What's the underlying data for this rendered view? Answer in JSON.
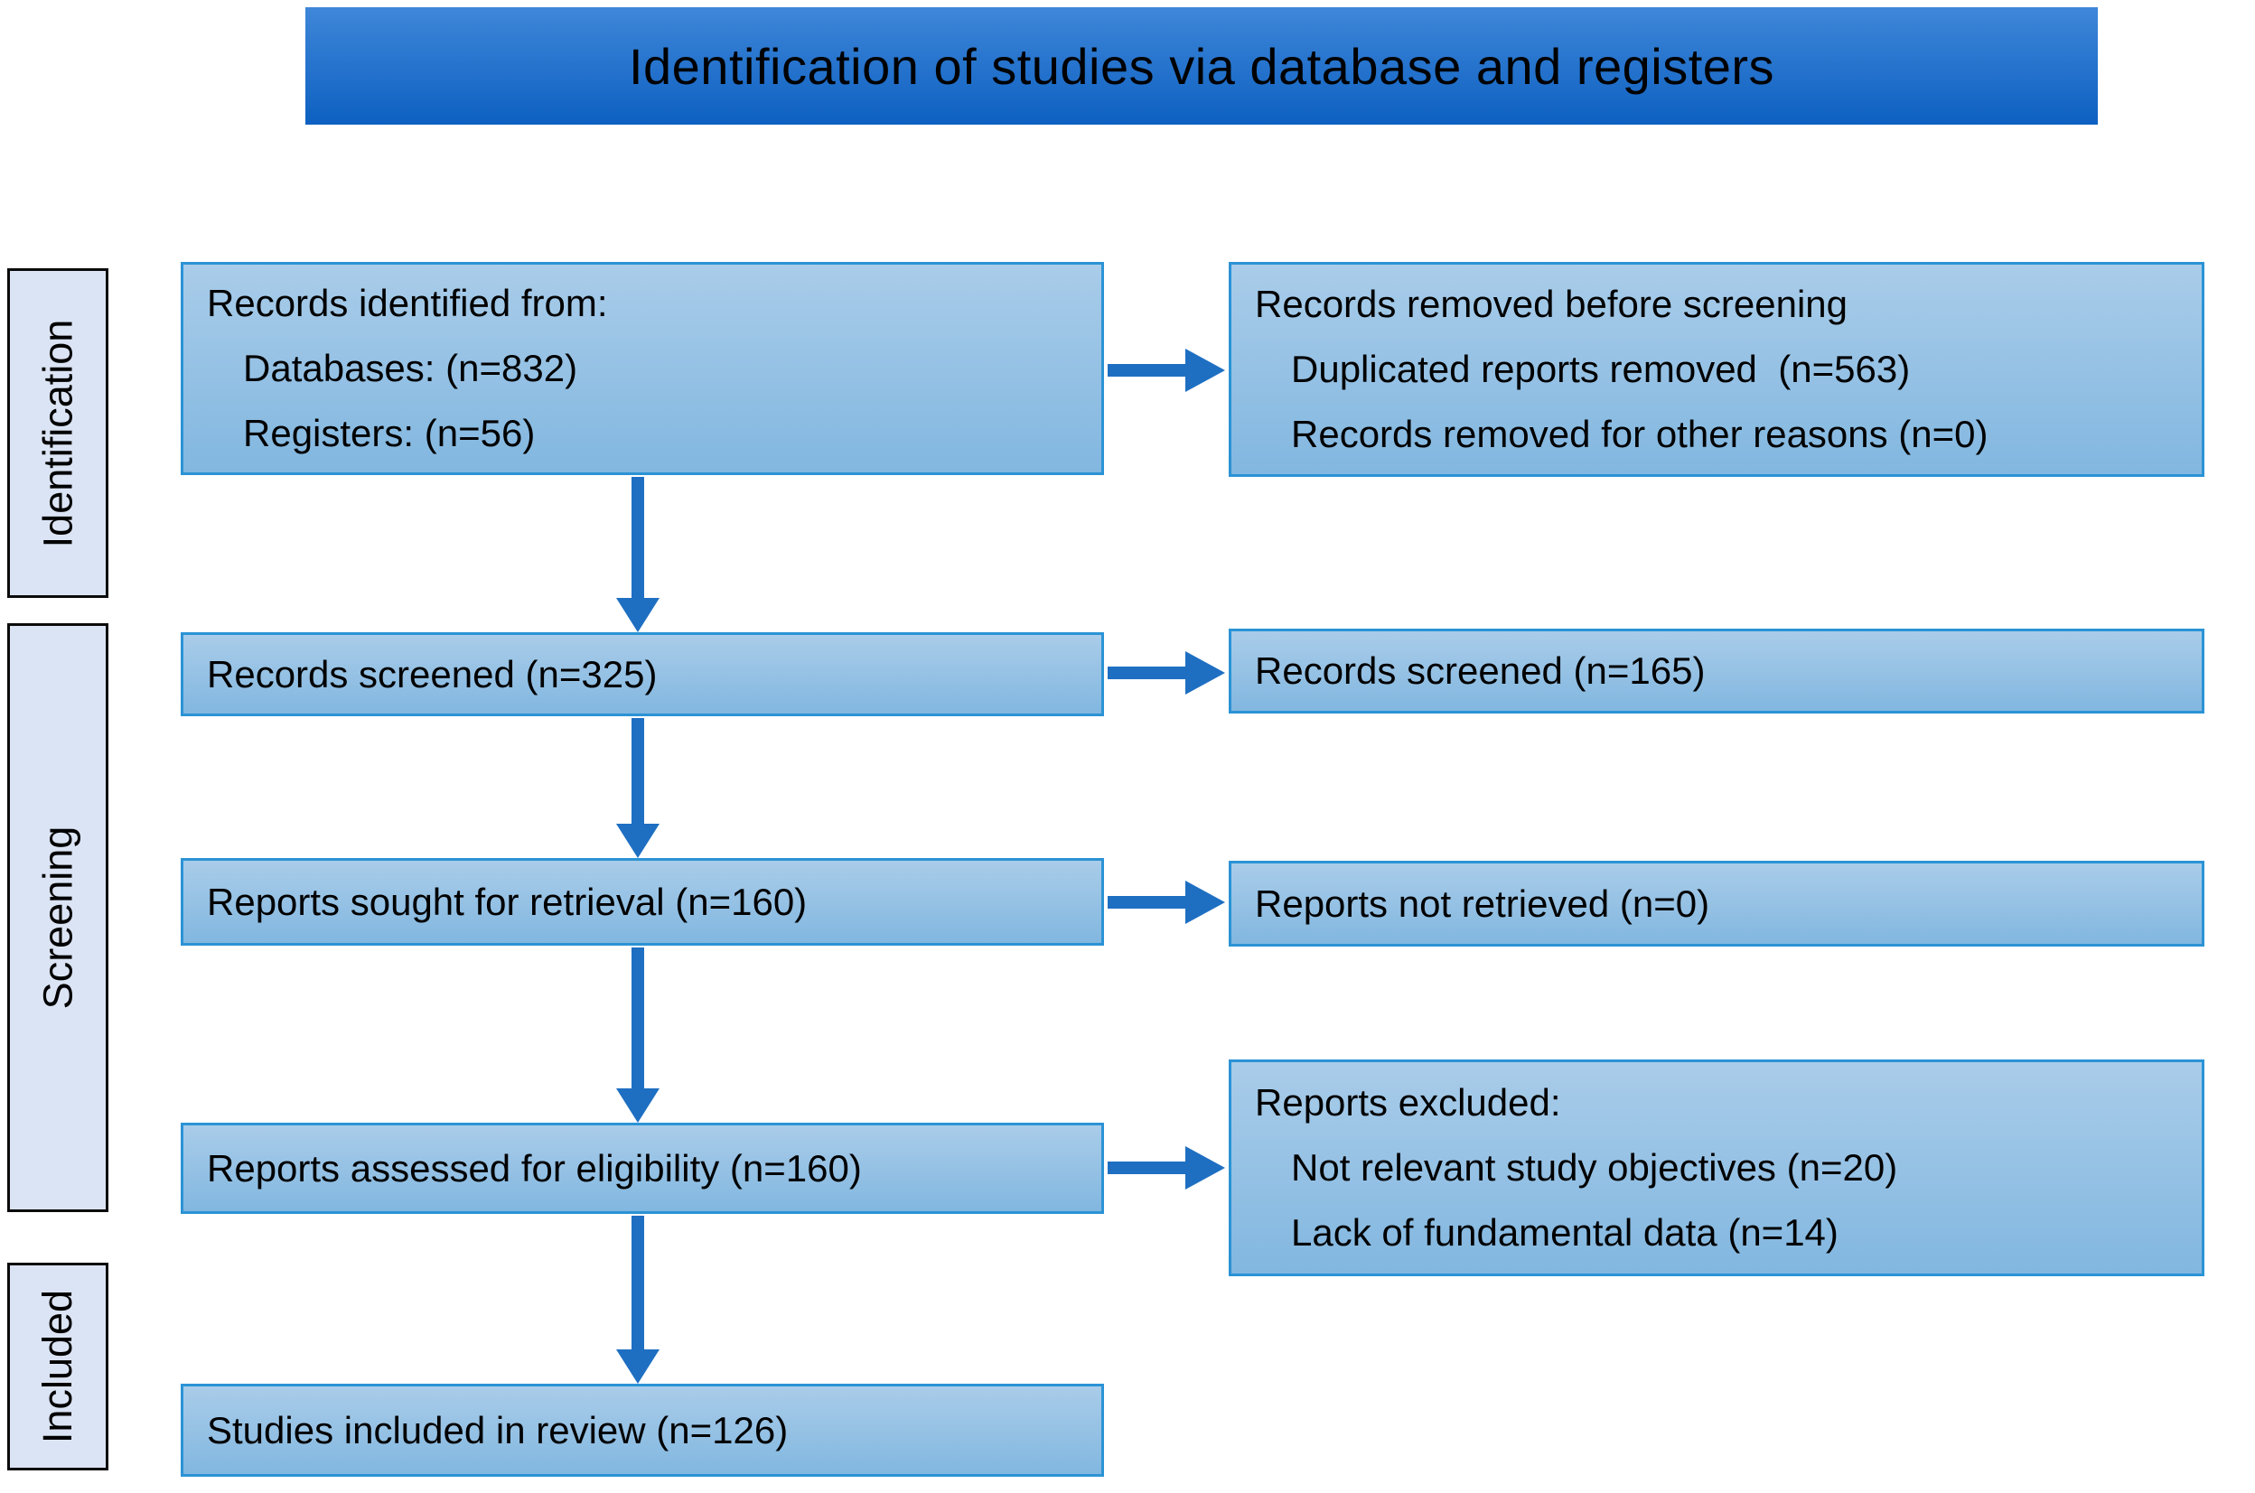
{
  "title": "Identification of studies via database and registers",
  "stage_labels": [
    "Identification",
    "Screening",
    "Included"
  ],
  "left_column": [
    {
      "id": "records-identified",
      "lines": [
        "Records identified from:",
        "Databases: (n=832)",
        "Registers: (n=56)"
      ]
    },
    {
      "id": "records-screened",
      "lines": [
        "Records screened (n=325)"
      ]
    },
    {
      "id": "reports-sought-for-retrieval",
      "lines": [
        "Reports sought for retrieval (n=160)"
      ]
    },
    {
      "id": "reports-assessed-for-eligibility",
      "lines": [
        "Reports assessed for eligibility (n=160)"
      ]
    },
    {
      "id": "studies-included-in-review",
      "lines": [
        "Studies included in review (n=126)"
      ]
    }
  ],
  "right_column": [
    {
      "id": "records-removed-before-screening",
      "lines": [
        "Records removed before screening",
        "Duplicated reports removed  (n=563)",
        "Records removed for other reasons (n=0)"
      ]
    },
    {
      "id": "records-screened-out",
      "lines": [
        "Records screened (n=165)"
      ]
    },
    {
      "id": "reports-not-retrieved",
      "lines": [
        "Reports not retrieved (n=0)"
      ]
    },
    {
      "id": "reports-excluded",
      "lines": [
        "Reports excluded:",
        "Not relevant study objectives (n=20)",
        "Lack of fundamental data (n=14)"
      ]
    }
  ],
  "colors": {
    "title_grad_top": "#3f87d9",
    "title_grad_bottom": "#0d60c1",
    "box_grad_top": "#a9cce9",
    "box_grad_bottom": "#82b7e0",
    "box_border": "#2b93d5",
    "arrow": "#1e6fc2",
    "stage_fill": "#dbe4f4",
    "stage_border": "#0b0b0b",
    "text": "#000000"
  }
}
